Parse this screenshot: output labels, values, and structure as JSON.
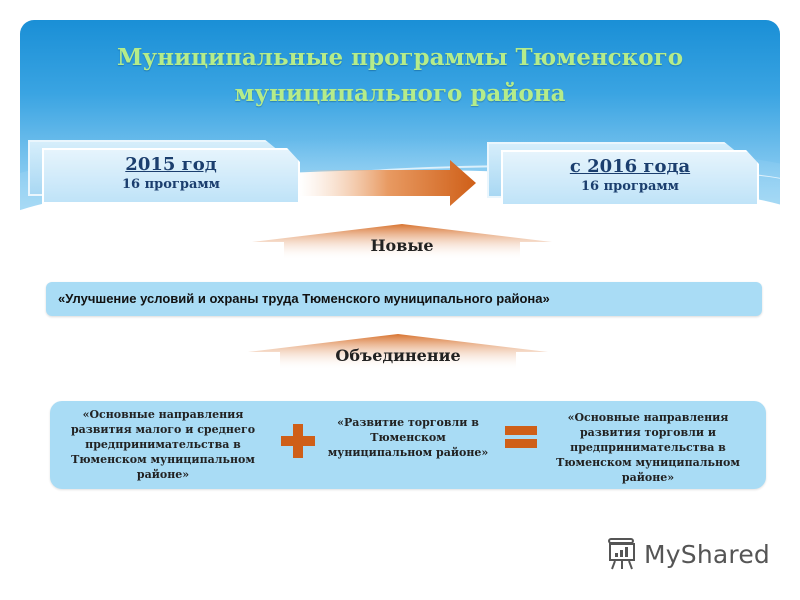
{
  "header": {
    "title_line1": "Муниципальные программы Тюменского",
    "title_line2": "муниципального района"
  },
  "timeline": {
    "from": {
      "year_label": "2015 год",
      "count_label": "16 программ"
    },
    "to": {
      "year_label": "с 2016 года",
      "count_label": "16 программ"
    }
  },
  "sections": {
    "new": {
      "label": "Новые",
      "programs": [
        "«Улучшение условий и охраны труда Тюменского муниципального района»"
      ]
    },
    "merge": {
      "label": "Объединение",
      "operand_1": [
        "«Основные направления",
        "развития малого и среднего",
        "предпринимательства в",
        "Тюменском муниципальном",
        "районе»"
      ],
      "operand_2": [
        "«Развитие торговли в",
        "Тюменском",
        "муниципальном районе»"
      ],
      "result": [
        "«Основные направления",
        "развития торговли и",
        "предпринимательства в",
        "Тюменском муниципальном",
        "районе»"
      ],
      "operator_plus": "plus-icon",
      "operator_equals": "equals-icon"
    }
  },
  "colors": {
    "accent_orange": "#cf5f18",
    "title_green": "#b5ec8a",
    "panel_blue": "#a9dcf5",
    "header_blue": "#1a8fd6",
    "year_text": "#1b3e6e"
  },
  "watermark": {
    "text": "MyShared",
    "icon": "presentation-board-icon"
  }
}
